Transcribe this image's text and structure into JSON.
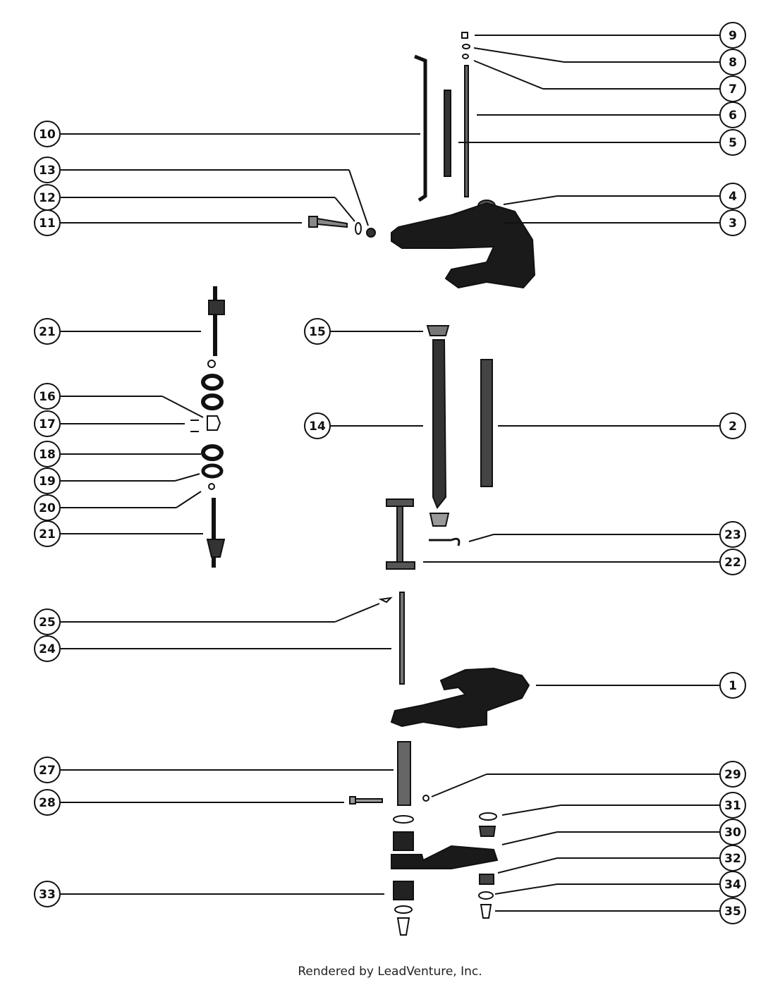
{
  "footer": "Rendered by LeadVenture, Inc.",
  "callouts": [
    "1",
    "2",
    "3",
    "4",
    "5",
    "6",
    "7",
    "8",
    "9",
    "10",
    "11",
    "12",
    "13",
    "14",
    "15",
    "16",
    "17",
    "18",
    "19",
    "20",
    "21",
    "21",
    "22",
    "23",
    "24",
    "25",
    "27",
    "28",
    "29",
    "30",
    "31",
    "32",
    "33",
    "34",
    "35"
  ]
}
